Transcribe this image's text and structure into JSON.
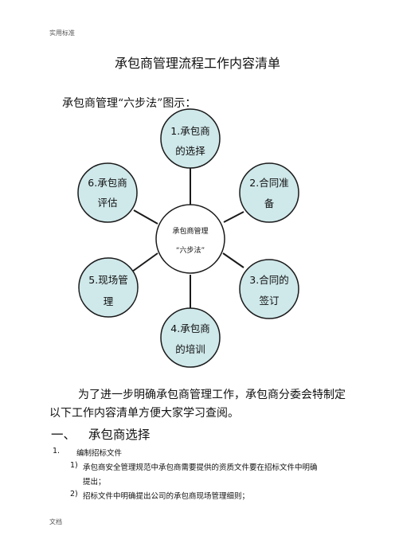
{
  "header": {
    "label": "实用标准"
  },
  "footer": {
    "label": "文档"
  },
  "title": "承包商管理流程工作内容清单",
  "diagram_caption": "承包商管理“六步法”图示：",
  "diagram": {
    "center": {
      "line1": "承包商管理",
      "line2": "“六步法”"
    },
    "nodes": [
      {
        "line1": "1.承包商",
        "line2": "的选择"
      },
      {
        "line1": "2.合同准",
        "line2": "备"
      },
      {
        "line1": "3.合同的",
        "line2": "签订"
      },
      {
        "line1": "4.承包商",
        "line2": "的培训"
      },
      {
        "line1": "5.现场管",
        "line2": "理"
      },
      {
        "line1": "6.承包商",
        "line2": "评估"
      }
    ],
    "colors": {
      "node_fill": "#cfe8ea",
      "stroke": "#1a1a1a"
    }
  },
  "intro": {
    "line1": "为了进一步明确承包商管理工作，承包商分委会特制定",
    "line2": "以下工作内容清单方便大家学习查阅。"
  },
  "section": {
    "number": "一、",
    "title": "承包商选择"
  },
  "list": {
    "item1_number": "1.",
    "item1_text": "编制招标文件",
    "sub1_number": "1)",
    "sub1_line1": "承包商安全管理规范中承包商需要提供的资质文件要在招标文件中明确",
    "sub1_line2": "提出；",
    "sub2_number": "2)",
    "sub2_text": "招标文件中明确提出公司的承包商现场管理细则；"
  }
}
